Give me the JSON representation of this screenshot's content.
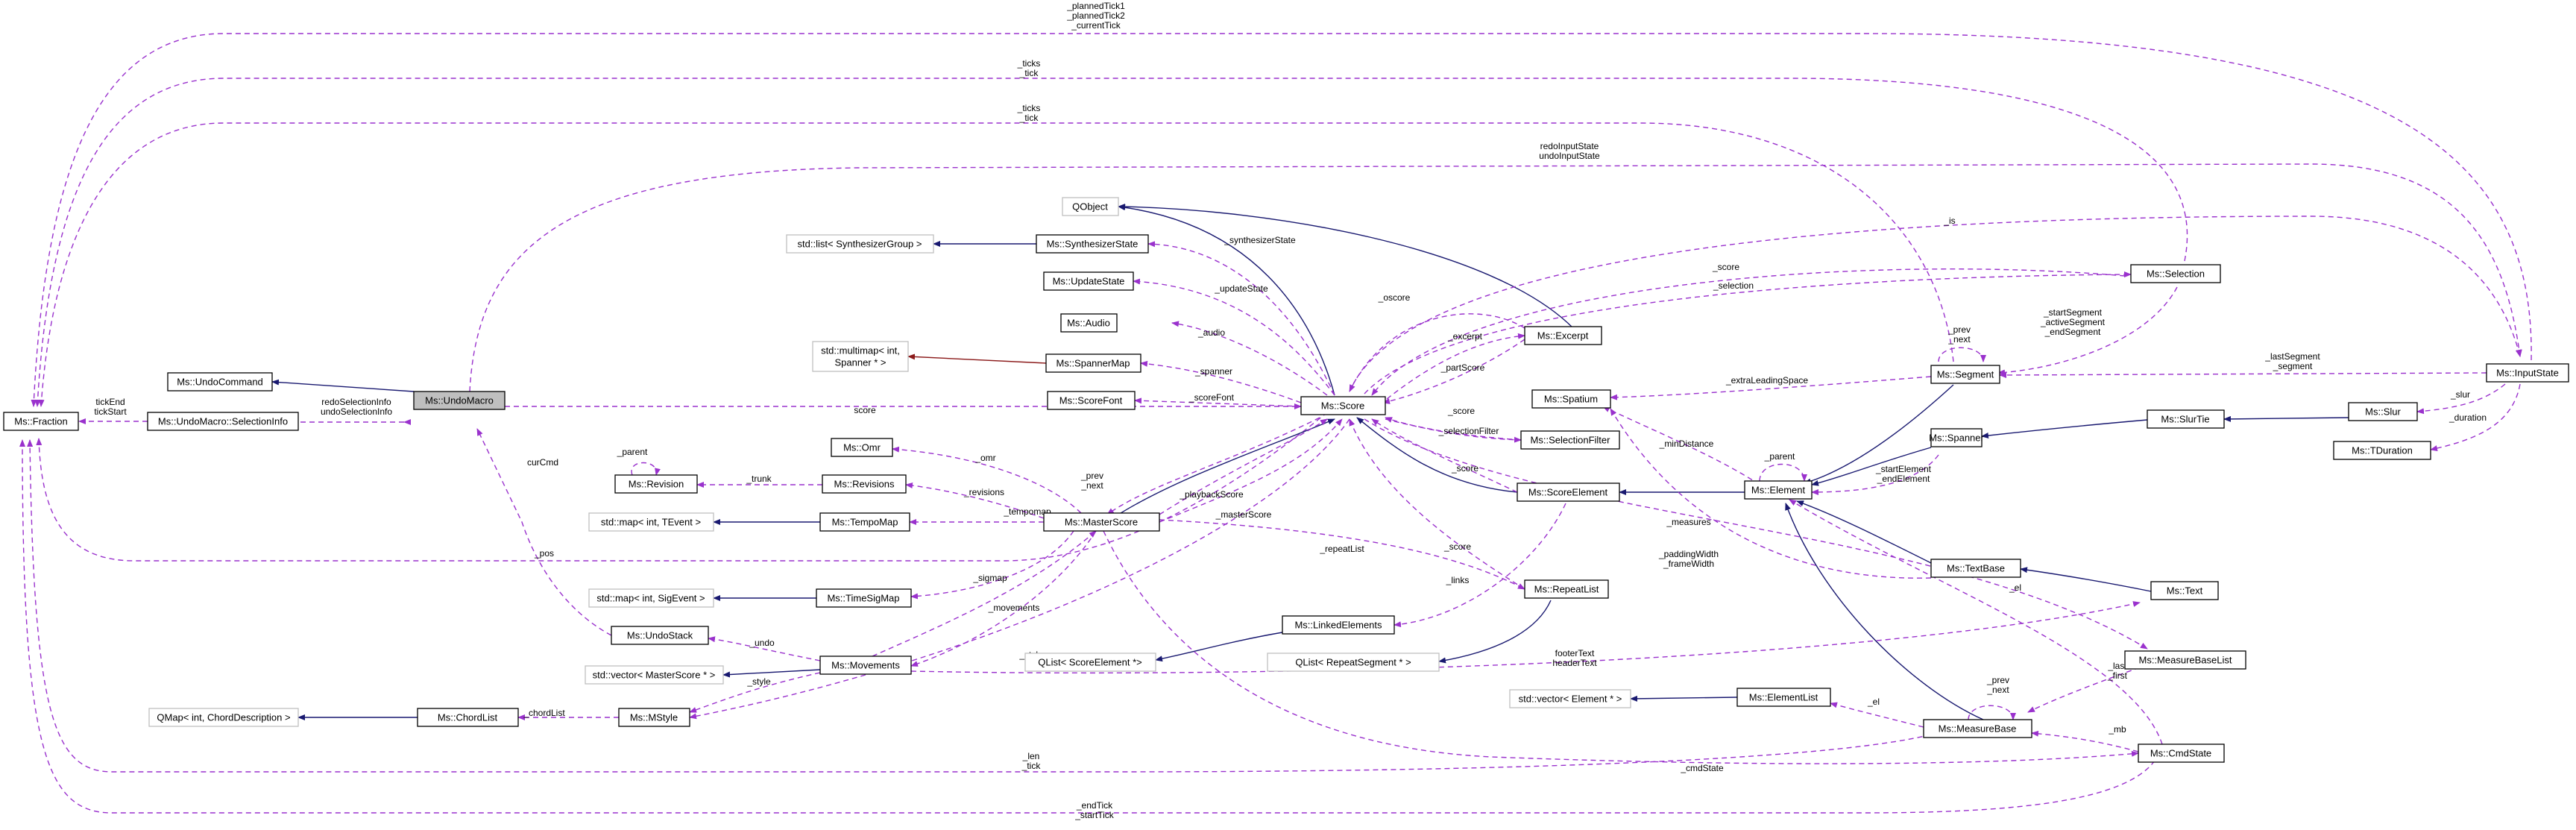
{
  "nodes": {
    "fraction": "Ms::Fraction",
    "undomacro": "Ms::UndoMacro",
    "undocommand": "Ms::UndoCommand",
    "selectioninfo": "Ms::UndoMacro::SelectionInfo",
    "revision": "Ms::Revision",
    "revisions": "Ms::Revisions",
    "omr": "Ms::Omr",
    "tempomap": "Ms::TempoMap",
    "map_tevent": "std::map< int, TEvent >",
    "timesigmap": "Ms::TimeSigMap",
    "map_sigevent": "std::map< int, SigEvent >",
    "undostack": "Ms::UndoStack",
    "movements": "Ms::Movements",
    "vector_masterscore": "std::vector< MasterScore * >",
    "mstyle": "Ms::MStyle",
    "chordlist": "Ms::ChordList",
    "qmap_chord": "QMap< int, ChordDescription >",
    "masterscore": "Ms::MasterScore",
    "qobject": "QObject",
    "list_synth": "std::list< SynthesizerGroup >",
    "synthstate": "Ms::SynthesizerState",
    "updatestate": "Ms::UpdateState",
    "audio": "Ms::Audio",
    "multimap_line1": "std::multimap< int,",
    "multimap_line2": "Spanner * >",
    "spannermap": "Ms::SpannerMap",
    "scorefont": "Ms::ScoreFont",
    "score": "Ms::Score",
    "excerpt": "Ms::Excerpt",
    "selectionfilter": "Ms::SelectionFilter",
    "scoreelement": "Ms::ScoreElement",
    "linkedelements": "Ms::LinkedElements",
    "qlist_scoreelement": "QList< ScoreElement *>",
    "repeatlist": "Ms::RepeatList",
    "qlist_repeatsegment": "QList< RepeatSegment * >",
    "spatium": "Ms::Spatium",
    "selection": "Ms::Selection",
    "segment": "Ms::Segment",
    "spanner": "Ms::Spanner",
    "element": "Ms::Element",
    "textbase": "Ms::TextBase",
    "text": "Ms::Text",
    "vector_element": "std::vector< Element * >",
    "elementlist": "Ms::ElementList",
    "measurebase": "Ms::MeasureBase",
    "measurebaselist": "Ms::MeasureBaseList",
    "cmdstate": "Ms::CmdState",
    "slurtie": "Ms::SlurTie",
    "slur": "Ms::Slur",
    "tduration": "Ms::TDuration",
    "inputstate": "Ms::InputState"
  },
  "labels": {
    "planned1": "_plannedTick1",
    "planned2": "_plannedTick2",
    "curtick": "_currentTick",
    "ticks_a": "_ticks",
    "tick_a": "_tick",
    "ticks_b": "_ticks",
    "tick_b": "_tick",
    "redoinput": "redoInputState",
    "undoinput": "undoInputState",
    "is": "_is",
    "synth": "_synthesizerState",
    "score_sel": "_score",
    "selection": "_selection",
    "update": "_updateState",
    "oscore": "_oscore",
    "audio": "_audio",
    "excerpt": "_excerpt",
    "spanner": "_spanner",
    "partscore": "_partScore",
    "scorefont": "_scoreFont",
    "score_sf": "_score",
    "selfilter": "_selectionFilter",
    "score_se": "_score",
    "prev_ms": "_prev",
    "next_ms": "_next",
    "omr": "_omr",
    "trunk": "_trunk",
    "revisions": "_revisions",
    "playback": "_playbackScore",
    "tempomap": "_tempomap",
    "masterscore": "_masterScore",
    "pos": "_pos",
    "sigmap": "_sigmap",
    "movements": "_movements",
    "undo": "_undo",
    "style": "_style",
    "style2": "_style",
    "chordlist": "_chordList",
    "repeatlist": "_repeatList",
    "score_rl": "_score",
    "links": "_links",
    "measures": "_measures",
    "curcmd": "curCmd",
    "tickend": "tickEnd",
    "tickstart": "tickStart",
    "redosel": "redoSelectionInfo",
    "undosel": "undoSelectionInfo",
    "score_um": "score",
    "extralead": "_extraLeadingSpace",
    "mindist": "_minDistance",
    "parent_el": "_parent",
    "parent_rev": "_parent",
    "prev_seg": "_prev",
    "next_seg": "_next",
    "startseg": "_startSegment",
    "activeseg": "_activeSegment",
    "endseg": "_endSegment",
    "lastseg": "_lastSegment",
    "segment": "_segment",
    "slur": "_slur",
    "duration": "_duration",
    "startel": "_startElement",
    "endel": "_endElement",
    "padding": "_paddingWidth",
    "framewidth": "_frameWidth",
    "el_cmd": "_el",
    "footer": "footerText",
    "header": "headerText",
    "last": "_last",
    "first": "_first",
    "prev_mb": "_prev",
    "next_mb": "_next",
    "el_ml": "_el",
    "mb": "_mb",
    "len": "_len",
    "tick_len": "_tick",
    "cmdstate": "_cmdState",
    "endtick": "_endTick",
    "starttick": "_startTick"
  },
  "colors": {
    "usage_edge": "#9a32cd",
    "inheritance_edge": "#191970",
    "template_edge": "#8b1a1a",
    "external_border": "#bfbfbf",
    "focus_fill": "#bfbfbf"
  }
}
